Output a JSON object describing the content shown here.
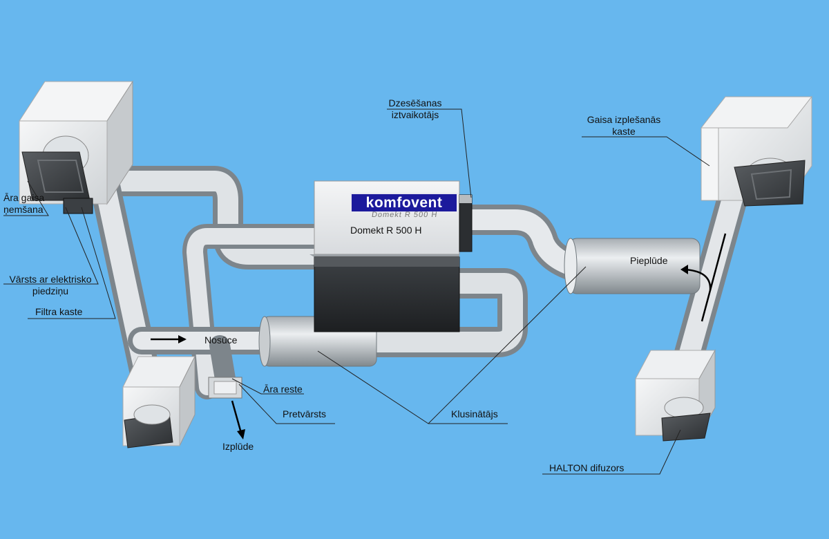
{
  "brand": {
    "logo_text": "komfovent",
    "unit_subtext": "Domekt R 500 H",
    "unit_label": "Domekt R 500 H"
  },
  "labels": {
    "cooling_evaporator": [
      "Dzesēšanas",
      "iztvaikotājs"
    ],
    "exhaust_box": [
      "Gaisa izplešanās",
      "kaste"
    ],
    "outdoor_intake": [
      "Āra gaisa",
      "ņemšana"
    ],
    "motor_valve": [
      "Vārsts ar elektrisko",
      "piedziņu"
    ],
    "filter_box": "Filtra kaste",
    "extract": "Nosūce",
    "supply": "Pieplūde",
    "outdoor_grille": "Āra reste",
    "check_valve": "Pretvārsts",
    "silencer": "Klusinātājs",
    "exhaust": "Izplūde",
    "diffuser": "HALTON difuzors"
  },
  "colors": {
    "background": "#67b7ee",
    "duct": "#d4d8dc",
    "box_light": "#eef0f2",
    "box_dark": "#2f3235",
    "brand_blue": "#1c1a9c"
  }
}
